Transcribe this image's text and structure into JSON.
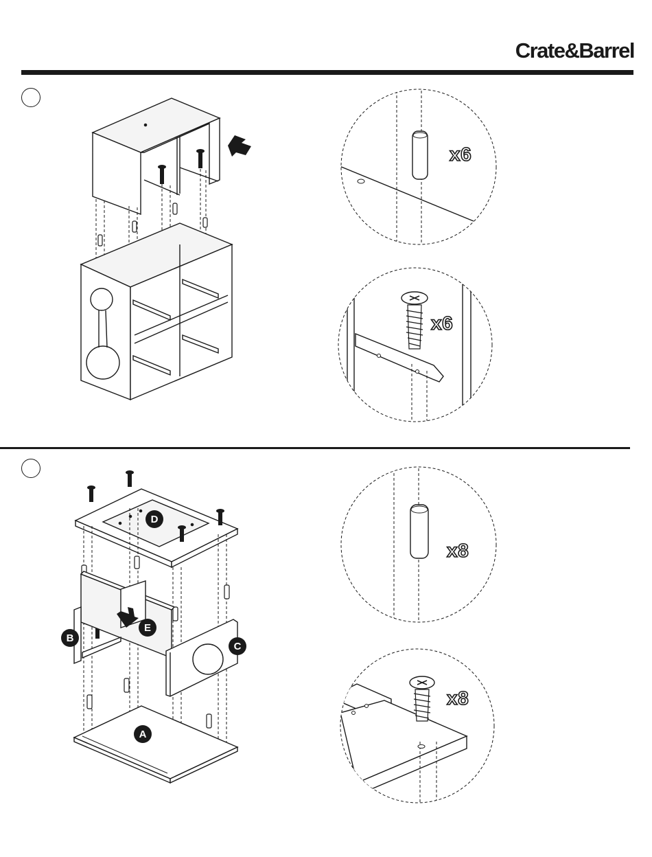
{
  "header": {
    "brand": "Crate&Barrel"
  },
  "step1": {
    "icons": [
      "wooden-dowel-icon",
      "screw-icon"
    ],
    "dowel_detail": {
      "quantity": "x6"
    },
    "screw_detail": {
      "quantity": "x6"
    }
  },
  "step2": {
    "part_labels": {
      "a": "A",
      "b": "B",
      "c": "C",
      "d": "D",
      "e": "E"
    },
    "dowel_detail": {
      "quantity": "x8"
    },
    "screw_detail": {
      "quantity": "x8"
    }
  },
  "colors": {
    "ink": "#1a1a1a",
    "paper": "#ffffff",
    "panel_fill": "#f4f4f4"
  }
}
